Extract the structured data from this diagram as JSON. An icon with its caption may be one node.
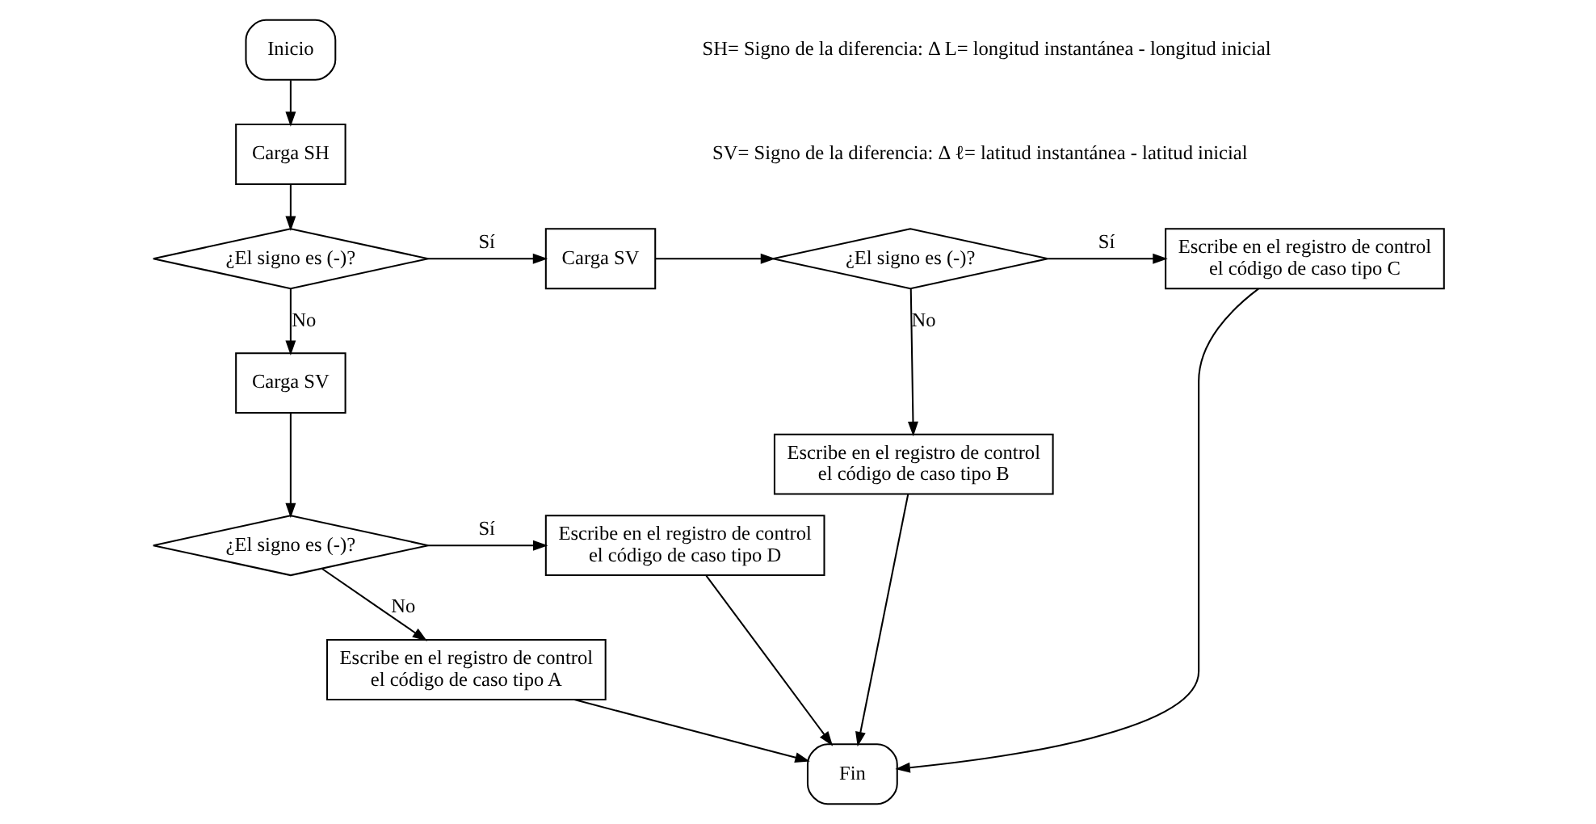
{
  "diagram": {
    "nodes": [
      {
        "text": [
          "Inicio"
        ]
      },
      {
        "text": [
          "Carga SH"
        ]
      },
      {
        "text": [
          "¿El signo es (-)?"
        ]
      },
      {
        "text": [
          "Carga SV"
        ]
      },
      {
        "text": [
          "¿El signo es (-)?"
        ]
      },
      {
        "text": [
          "Escribe en el registro de control el código de caso tipo C"
        ]
      },
      {
        "text": [
          "Escribe en el registro de control el código de caso tipo B"
        ]
      },
      {
        "text": [
          "Carga SV"
        ]
      },
      {
        "text": [
          "¿El signo es (-)?"
        ]
      },
      {
        "text": [
          "Escribe en el registro de control el código de caso tipo D"
        ]
      },
      {
        "text": [
          "Escribe en el registro de control el código de caso tipo A"
        ]
      },
      {
        "text": [
          "Fin"
        ]
      }
    ],
    "edges": [
      {
        "from": 0,
        "to": 1,
        "arrow": "to"
      },
      {
        "from": 1,
        "to": 2,
        "arrow": "to"
      },
      {
        "from": 2,
        "to": 3,
        "arrow": "to",
        "label": "Sí"
      },
      {
        "from": 3,
        "to": 4,
        "arrow": "to"
      },
      {
        "from": 4,
        "to": 5,
        "arrow": "to",
        "label": "Sí"
      },
      {
        "from": 4,
        "to": 6,
        "arrow": "to",
        "label": "No"
      },
      {
        "from": 2,
        "to": 7,
        "arrow": "to",
        "label": "No"
      },
      {
        "from": 7,
        "to": 8,
        "arrow": "to"
      },
      {
        "from": 8,
        "to": 9,
        "arrow": "to",
        "label": "Sí"
      },
      {
        "from": 8,
        "to": 10,
        "arrow": "to",
        "label": "No"
      },
      {
        "from": 5,
        "to": 11,
        "arrow": "to"
      },
      {
        "from": 6,
        "to": 11,
        "arrow": "to"
      },
      {
        "from": 9,
        "to": 11,
        "arrow": "to"
      },
      {
        "from": 10,
        "to": 11,
        "arrow": "to"
      }
    ],
    "labels": [
      "SH= Signo de la diferencia: Δ L= longitud instantánea - longitud inicial",
      "SV= Signo de la diferencia: Δ ℓ= latitud instantánea - latitud inicial"
    ]
  }
}
